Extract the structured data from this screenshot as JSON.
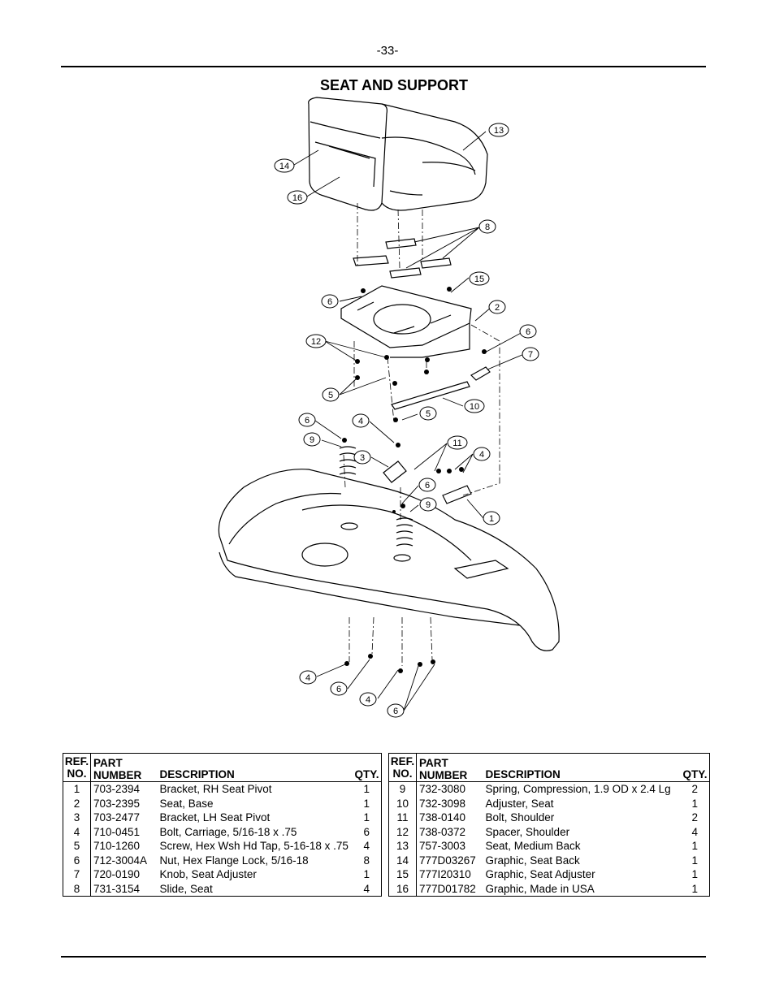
{
  "page_number": "-33-",
  "section_title": "SEAT AND SUPPORT",
  "diagram_callouts": [
    "1",
    "2",
    "3",
    "4",
    "4",
    "4",
    "4",
    "5",
    "5",
    "6",
    "6",
    "6",
    "6",
    "6",
    "6",
    "7",
    "8",
    "9",
    "9",
    "10",
    "11",
    "12",
    "13",
    "14",
    "15",
    "16"
  ],
  "table": {
    "headers": {
      "ref_line1": "REF.",
      "ref_line2": "NO.",
      "part_line1": "PART",
      "part_line2": "NUMBER",
      "description": "DESCRIPTION",
      "qty": "QTY."
    },
    "left_rows": [
      {
        "ref": "1",
        "part": "703-2394",
        "desc": "Bracket, RH Seat Pivot",
        "qty": "1"
      },
      {
        "ref": "2",
        "part": "703-2395",
        "desc": "Seat, Base",
        "qty": "1"
      },
      {
        "ref": "3",
        "part": "703-2477",
        "desc": "Bracket, LH Seat Pivot",
        "qty": "1"
      },
      {
        "ref": "4",
        "part": "710-0451",
        "desc": "Bolt, Carriage, 5/16-18 x .75",
        "qty": "6"
      },
      {
        "ref": "5",
        "part": "710-1260",
        "desc": "Screw, Hex Wsh Hd Tap, 5-16-18 x .75",
        "qty": "4"
      },
      {
        "ref": "6",
        "part": "712-3004A",
        "desc": "Nut, Hex Flange Lock,  5/16-18",
        "qty": "8"
      },
      {
        "ref": "7",
        "part": "720-0190",
        "desc": "Knob, Seat Adjuster",
        "qty": "1"
      },
      {
        "ref": "8",
        "part": "731-3154",
        "desc": "Slide, Seat",
        "qty": "4"
      }
    ],
    "right_rows": [
      {
        "ref": "9",
        "part": "732-3080",
        "desc": "Spring, Compression,  1.9 OD x 2.4 Lg",
        "qty": "2"
      },
      {
        "ref": "10",
        "part": "732-3098",
        "desc": "Adjuster, Seat",
        "qty": "1"
      },
      {
        "ref": "11",
        "part": "738-0140",
        "desc": "Bolt, Shoulder",
        "qty": "2"
      },
      {
        "ref": "12",
        "part": "738-0372",
        "desc": "Spacer, Shoulder",
        "qty": "4"
      },
      {
        "ref": "13",
        "part": "757-3003",
        "desc": "Seat, Medium Back",
        "qty": "1"
      },
      {
        "ref": "14",
        "part": "777D03267",
        "desc": "Graphic, Seat Back",
        "qty": "1"
      },
      {
        "ref": "15",
        "part": "777I20310",
        "desc": "Graphic, Seat Adjuster",
        "qty": "1"
      },
      {
        "ref": "16",
        "part": "777D01782",
        "desc": "Graphic, Made in USA",
        "qty": "1"
      }
    ]
  }
}
